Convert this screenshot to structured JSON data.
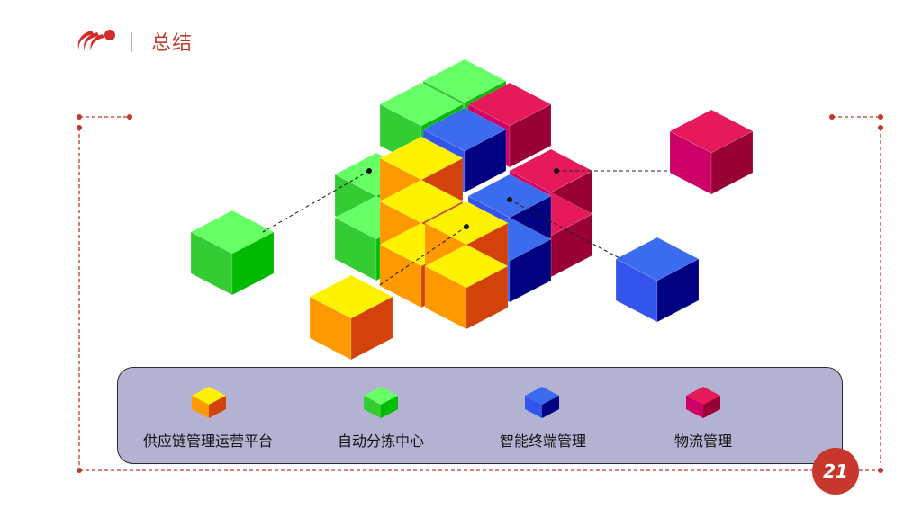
{
  "header": {
    "title": "总结"
  },
  "legend": {
    "items": [
      {
        "label": "供应链管理运营平台",
        "color": "yellow-orange"
      },
      {
        "label": "自动分拣中心",
        "color": "green"
      },
      {
        "label": "智能终端管理",
        "color": "blue"
      },
      {
        "label": "物流管理",
        "color": "crimson"
      }
    ]
  },
  "page_number": "21",
  "colors": {
    "accent": "#c8372e",
    "frame": "#c0392b",
    "legend_bg": "#b3b2d3",
    "yellow_top": "#fff200",
    "orange_left": "#ff9900",
    "orange_right": "#d2420a",
    "green_top": "#66ff66",
    "green_left": "#33cc33",
    "green_right": "#00bb00",
    "blue_top": "#3b6cf0",
    "blue_left": "#3355ee",
    "blue_right": "#000080",
    "crimson_top": "#e6195a",
    "crimson_left": "#cc0066",
    "crimson_right": "#990033"
  }
}
